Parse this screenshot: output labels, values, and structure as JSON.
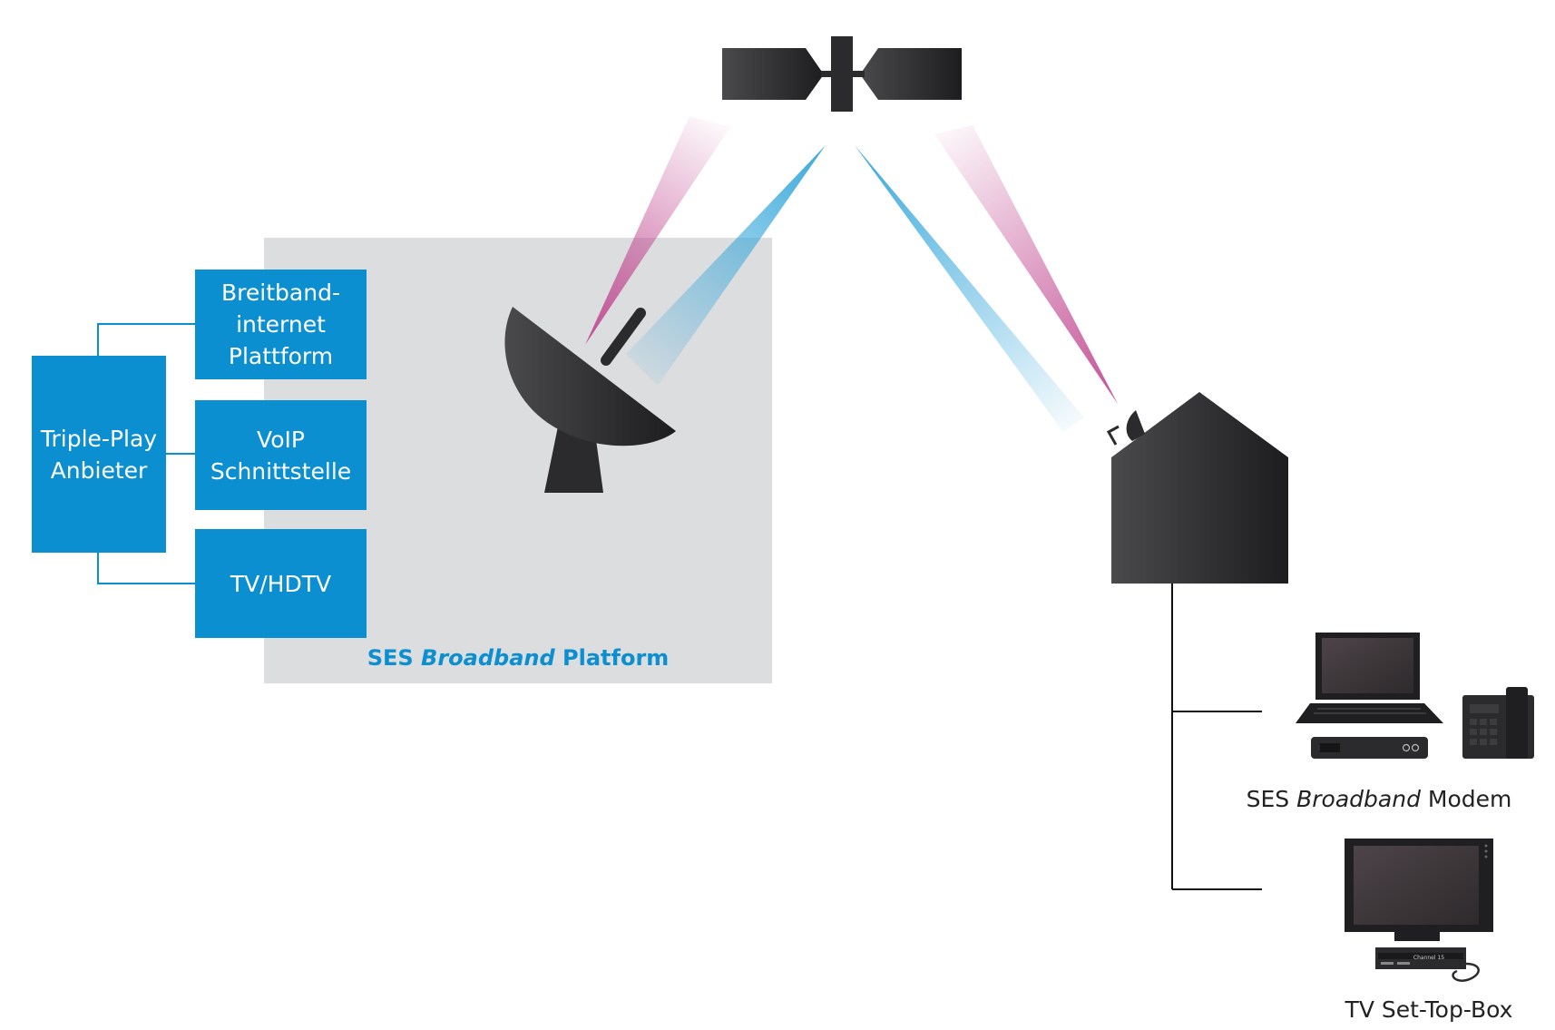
{
  "colors": {
    "blue": "#0b8fd1",
    "platform_bg": "#dcdddf",
    "beam_blue": "#2fa4d9",
    "beam_pink": "#c0468f",
    "dark": "#2b2b2d"
  },
  "provider": {
    "label": "Triple-Play\nAnbieter"
  },
  "services": [
    {
      "label": "Breitband-\ninternet\nPlattform"
    },
    {
      "label": "VoIP\nSchnittstelle"
    },
    {
      "label": "TV/HDTV"
    }
  ],
  "platform": {
    "prefix": "SES",
    "italic": "Broadband",
    "suffix": "Platform"
  },
  "modem": {
    "prefix": "SES",
    "italic": "Broadband",
    "suffix": "Modem"
  },
  "stb": {
    "label": "TV Set-Top-Box",
    "channel_text": "Channel 15"
  },
  "icons": [
    "satellite-icon",
    "ground-dish-icon",
    "house-icon",
    "laptop-icon",
    "modem-icon",
    "phone-icon",
    "tv-icon",
    "set-top-box-icon"
  ]
}
